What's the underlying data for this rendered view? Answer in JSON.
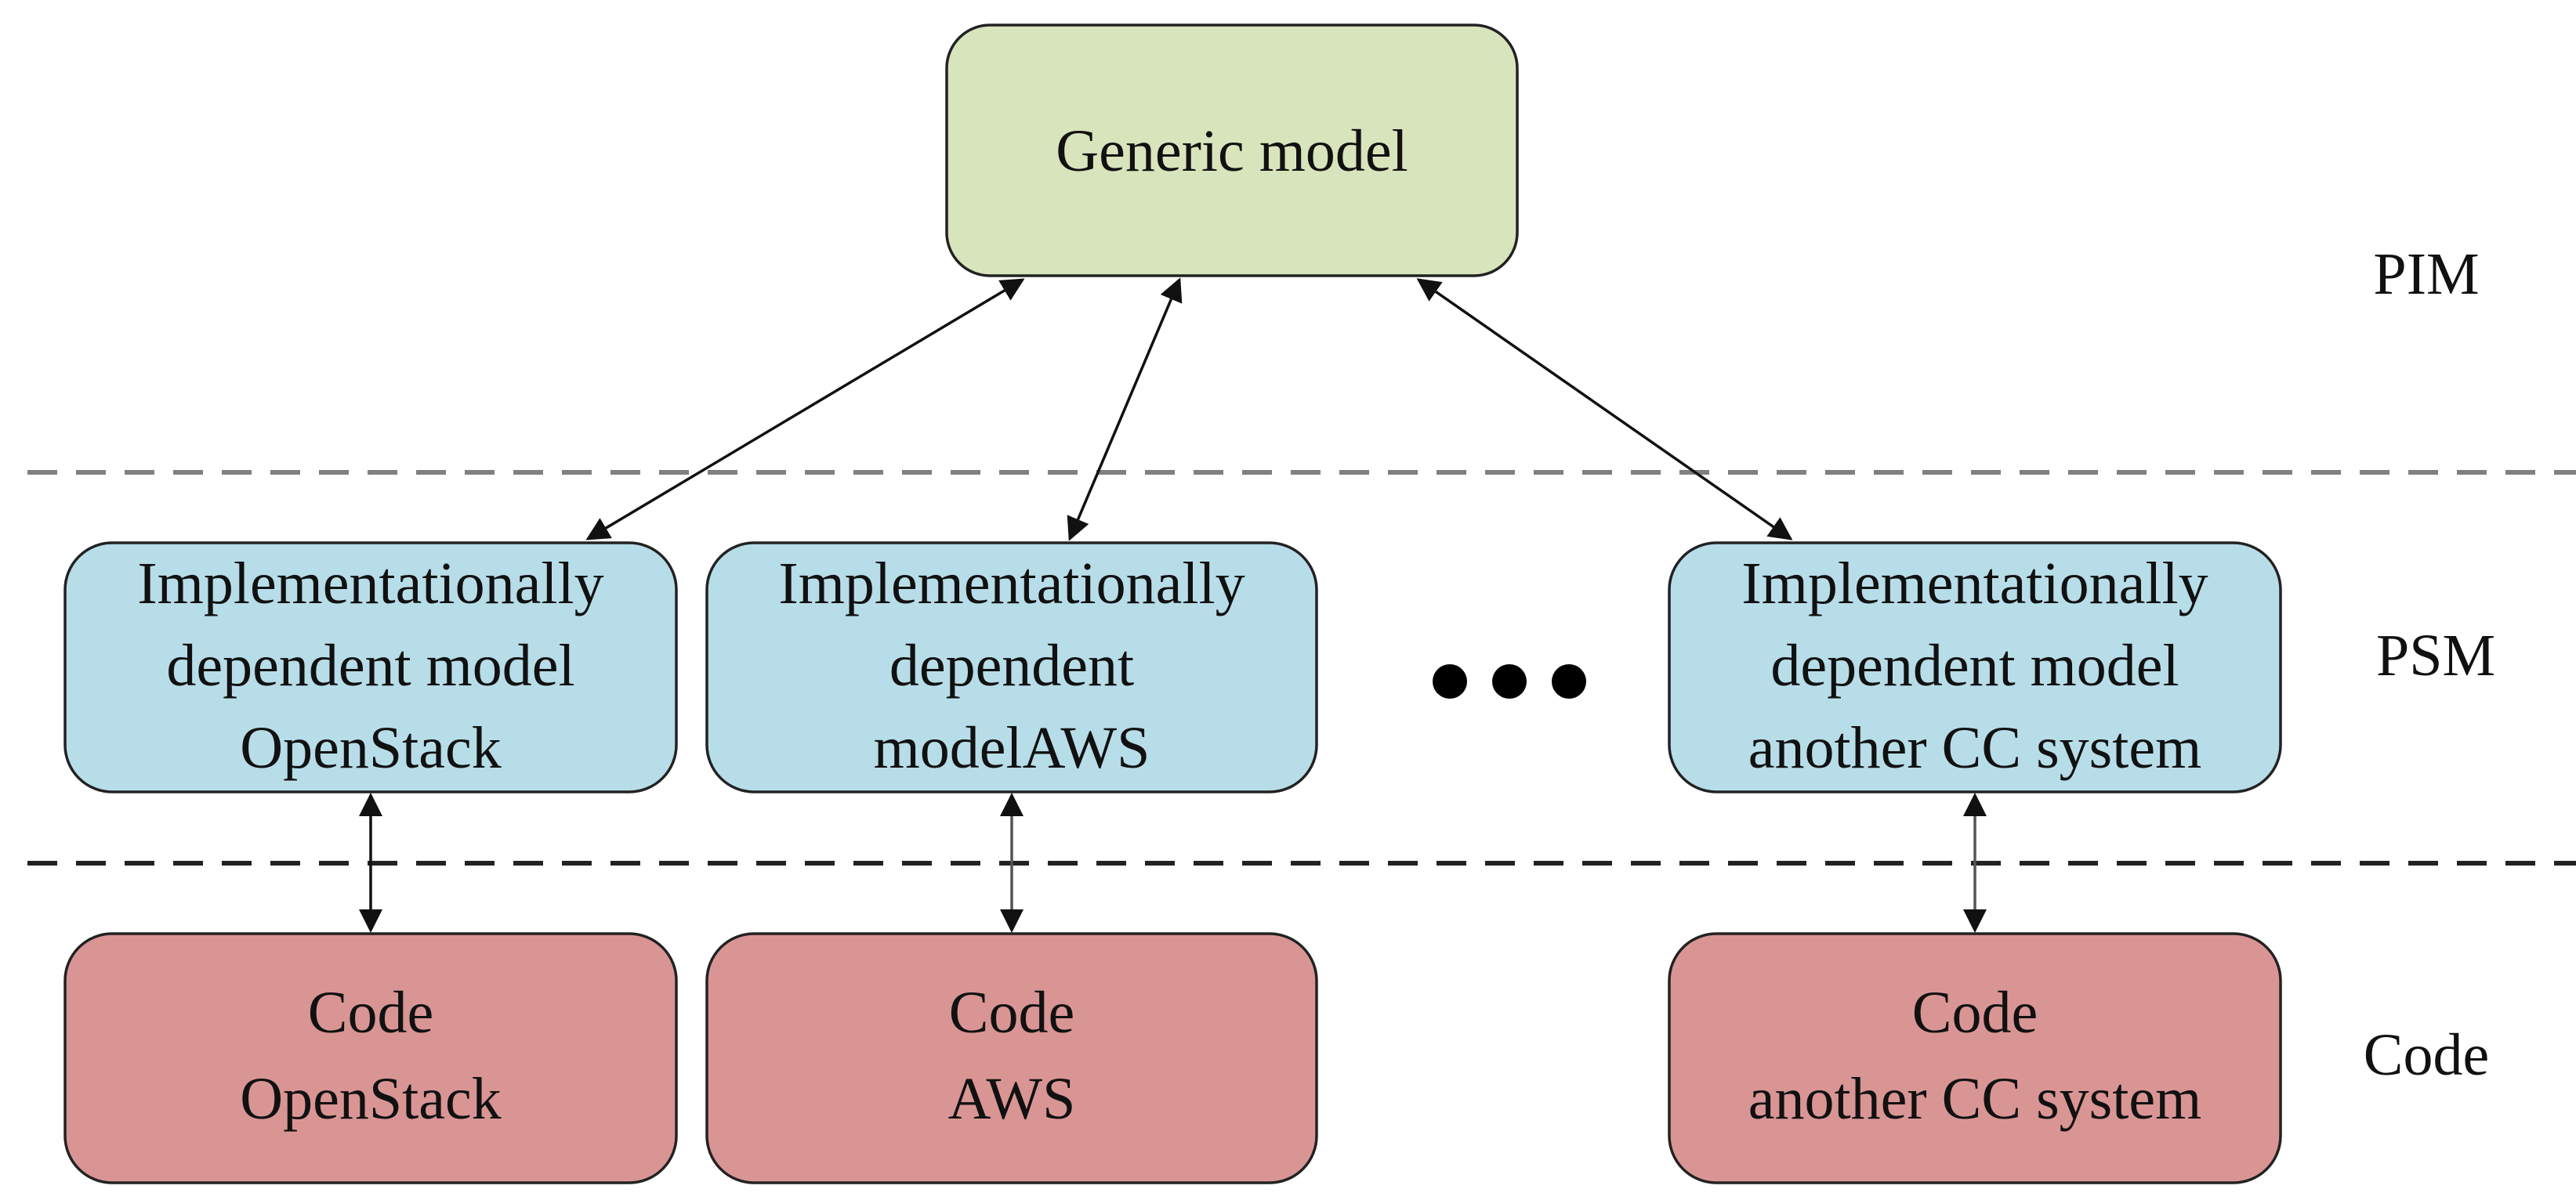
{
  "generic_model": {
    "label": "Generic model",
    "fill": "#D8E4BC"
  },
  "layers": {
    "pim": "PIM",
    "psm": "PSM",
    "code": "Code"
  },
  "psm_models": [
    {
      "lines": [
        "Implementationally",
        "dependent model",
        "OpenStack"
      ]
    },
    {
      "lines": [
        "Implementationally",
        "dependent",
        "modelAWS"
      ]
    },
    {
      "lines": [
        "Implementationally",
        "dependent model",
        "another CC system"
      ]
    }
  ],
  "code_boxes": [
    {
      "lines": [
        "Code",
        "OpenStack"
      ]
    },
    {
      "lines": [
        "Code",
        "AWS"
      ]
    },
    {
      "lines": [
        "Code",
        "another CC system"
      ]
    }
  ],
  "colors": {
    "psm_fill": "#B7DDE8",
    "code_fill": "#D99594",
    "separator": "#808080",
    "separator_lower": "#222222",
    "arrow": "#111111",
    "ellipsis": "#000000"
  },
  "ellipsis_icon": "ellipsis-dots"
}
